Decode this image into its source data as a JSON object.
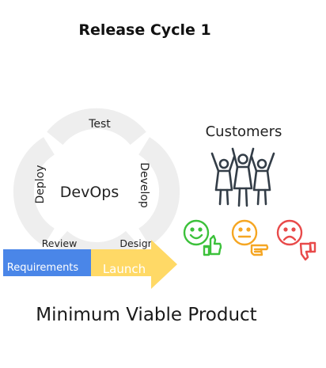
{
  "title": "Release Cycle 1",
  "cycle": {
    "center": "DevOps",
    "stages": {
      "top": "Test",
      "right": "Develop",
      "left": "Deploy",
      "bottom_left": "Review",
      "bottom_right": "Design"
    }
  },
  "customers": {
    "label": "Customers"
  },
  "flow": {
    "requirements": "Requirements",
    "launch": "Launch"
  },
  "footer": "Minimum Viable Product",
  "colors": {
    "ring": "#eeeeee",
    "requirements_bar": "#4a86e8",
    "launch_arrow": "#ffd966",
    "happy": "#3cc13b",
    "neutral": "#f5a623",
    "unhappy": "#e84a4a",
    "people": "#333d47"
  },
  "icons": [
    "people-cheering-icon",
    "happy-face-thumbs-up-icon",
    "neutral-face-pointing-icon",
    "sad-face-thumbs-down-icon"
  ]
}
